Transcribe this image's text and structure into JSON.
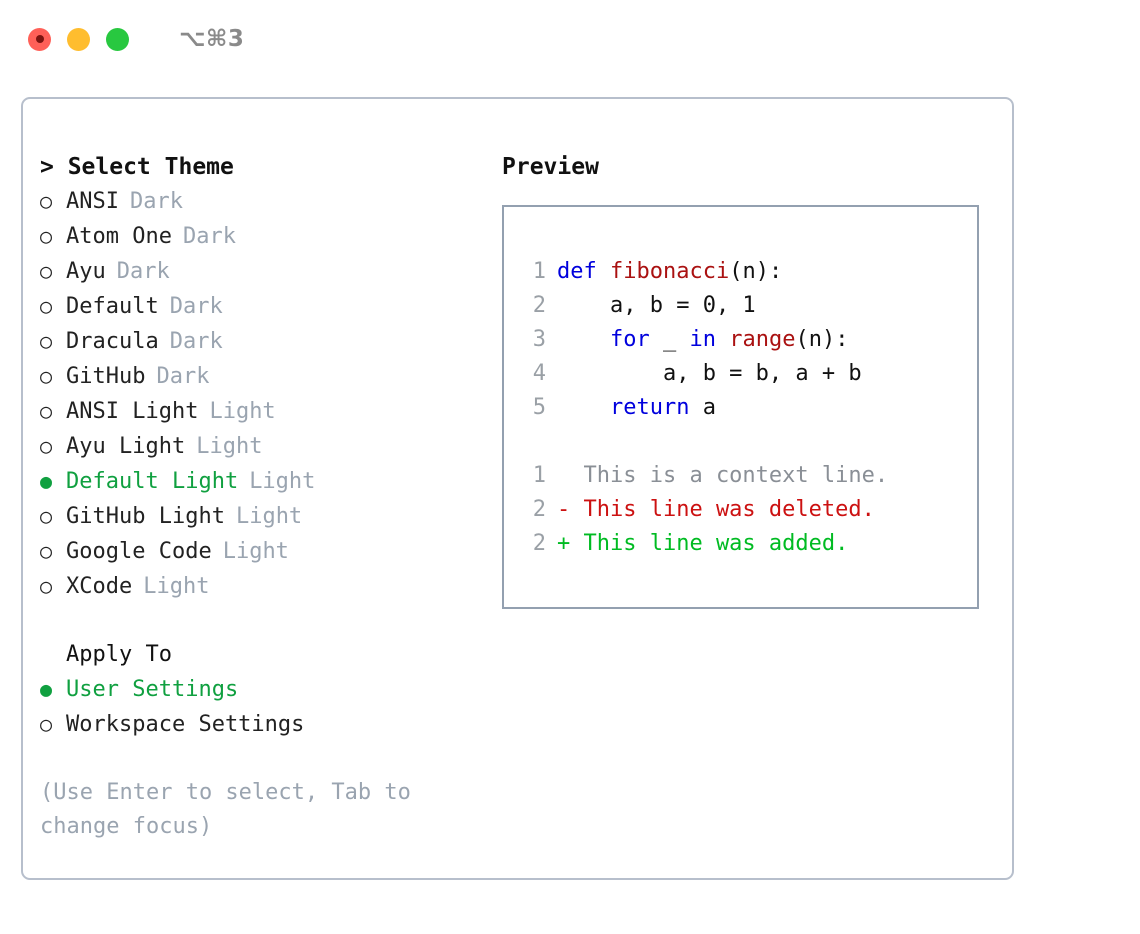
{
  "titlebar": {
    "shortcut": "⌥⌘3",
    "lights": [
      {
        "name": "close",
        "color": "#ff6058"
      },
      {
        "name": "minimize",
        "color": "#ffbd2e"
      },
      {
        "name": "zoom",
        "color": "#28c840"
      }
    ]
  },
  "theme_panel": {
    "heading": "> Select Theme",
    "selected_bullet": "●",
    "unselected_bullet": "○",
    "themes": [
      {
        "label": "ANSI",
        "badge": "Dark",
        "selected": false
      },
      {
        "label": "Atom One",
        "badge": "Dark",
        "selected": false
      },
      {
        "label": "Ayu",
        "badge": "Dark",
        "selected": false
      },
      {
        "label": "Default",
        "badge": "Dark",
        "selected": false
      },
      {
        "label": "Dracula",
        "badge": "Dark",
        "selected": false
      },
      {
        "label": "GitHub",
        "badge": "Dark",
        "selected": false
      },
      {
        "label": "ANSI Light",
        "badge": "Light",
        "selected": false
      },
      {
        "label": "Ayu Light",
        "badge": "Light",
        "selected": false
      },
      {
        "label": "Default Light",
        "badge": "Light",
        "selected": true
      },
      {
        "label": "GitHub Light",
        "badge": "Light",
        "selected": false
      },
      {
        "label": "Google Code",
        "badge": "Light",
        "selected": false
      },
      {
        "label": "XCode",
        "badge": "Light",
        "selected": false
      }
    ],
    "apply_to": {
      "title": "Apply To",
      "options": [
        {
          "label": "User Settings",
          "selected": true
        },
        {
          "label": "Workspace Settings",
          "selected": false
        }
      ]
    },
    "hint": "(Use Enter to select, Tab to change focus)"
  },
  "preview": {
    "title": "Preview",
    "code_lines": [
      {
        "no": "1",
        "tokens": [
          {
            "t": "def ",
            "c": "kw"
          },
          {
            "t": "fibonacci",
            "c": "fn"
          },
          {
            "t": "(n):",
            "c": "txt"
          }
        ]
      },
      {
        "no": "2",
        "tokens": [
          {
            "t": "    a, b = 0, 1",
            "c": "txt"
          }
        ]
      },
      {
        "no": "3",
        "tokens": [
          {
            "t": "    ",
            "c": "txt"
          },
          {
            "t": "for",
            "c": "kw"
          },
          {
            "t": " _ ",
            "c": "txt"
          },
          {
            "t": "in",
            "c": "kw"
          },
          {
            "t": " ",
            "c": "txt"
          },
          {
            "t": "range",
            "c": "fn"
          },
          {
            "t": "(n):",
            "c": "txt"
          }
        ]
      },
      {
        "no": "4",
        "tokens": [
          {
            "t": "        a, b = b, a + b",
            "c": "txt"
          }
        ]
      },
      {
        "no": "5",
        "tokens": [
          {
            "t": "    ",
            "c": "txt"
          },
          {
            "t": "return",
            "c": "kw"
          },
          {
            "t": " a",
            "c": "txt"
          }
        ]
      }
    ],
    "diff_lines": [
      {
        "no": "1",
        "marker": " ",
        "text": " This is a context line.",
        "kind": "ctx"
      },
      {
        "no": "2",
        "marker": "-",
        "text": " This line was deleted.",
        "kind": "del"
      },
      {
        "no": "2",
        "marker": "+",
        "text": " This line was added.",
        "kind": "add"
      }
    ]
  },
  "colors": {
    "accent_green": "#10a040",
    "badge_gray": "#9aa4b0",
    "keyword_blue": "#0000dd",
    "function_red": "#aa1111",
    "diff_delete": "#cc1111",
    "diff_add": "#00bb22",
    "panel_border": "#b7bfcc"
  }
}
